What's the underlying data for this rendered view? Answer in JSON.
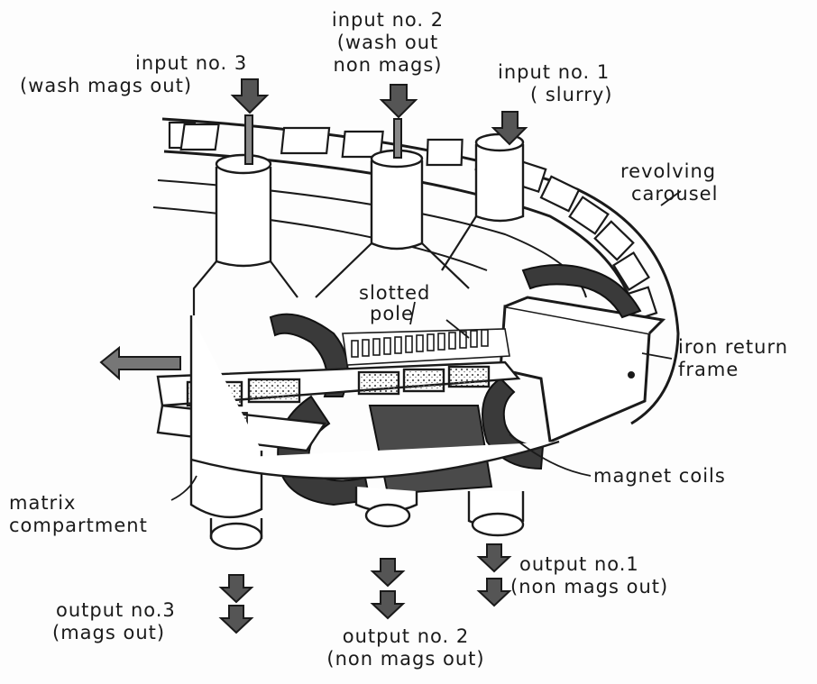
{
  "labels": {
    "input3": [
      "input no. 3",
      "(wash mags out)"
    ],
    "input2": [
      "input no. 2",
      "(wash out",
      "non mags)"
    ],
    "input1": [
      "input no. 1",
      "( slurry)"
    ],
    "carousel": [
      "revolving",
      "carousel"
    ],
    "slotted_pole": [
      "slotted",
      "pole"
    ],
    "iron_frame": [
      "iron return",
      "frame"
    ],
    "magnet_coils": "magnet coils",
    "matrix": [
      "matrix",
      "compartment"
    ],
    "output3": [
      "output no.3",
      "(mags out)"
    ],
    "output2": [
      "output no. 2",
      "(non mags out)"
    ],
    "output1": [
      "output no.1",
      "(non mags out)"
    ]
  },
  "icons": {
    "flow_arrow": "down-arrow-icon",
    "exit_arrow": "left-arrow-icon"
  },
  "colors": {
    "ink": "#1a1a1a",
    "coil": "#3a3a3a",
    "paper": "#fdfdfd"
  }
}
